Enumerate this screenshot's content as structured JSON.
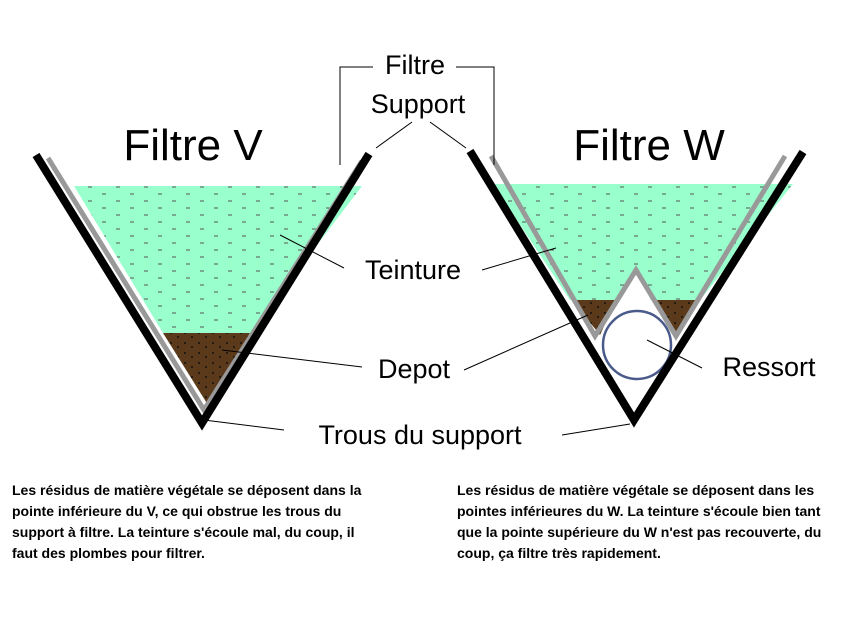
{
  "labels": {
    "filter_v": "Filtre V",
    "filter_w": "Filtre W",
    "filtre": "Filtre",
    "support": "Support",
    "teinture": "Teinture",
    "depot": "Depot",
    "ressort": "Ressort",
    "trous": "Trous du support"
  },
  "captions": {
    "v": "Les résidus de matière végétale se déposent dans la pointe inférieure du V, ce qui obstrue les trous du support à filtre. La teinture s'écoule mal, du coup, il faut des plombes pour filtrer.",
    "w": "Les résidus de matière végétale se déposent dans les pointes inférieures du W. La teinture s'écoule bien tant que la pointe supérieure du W n'est pas recouverte, du coup, ça filtre très rapidement."
  },
  "colors": {
    "liquid": "#99ffcc",
    "deposit": "#5a3a1a",
    "support": "#000000",
    "filter_paper": "#999999",
    "spring": "#4a5a8a"
  }
}
